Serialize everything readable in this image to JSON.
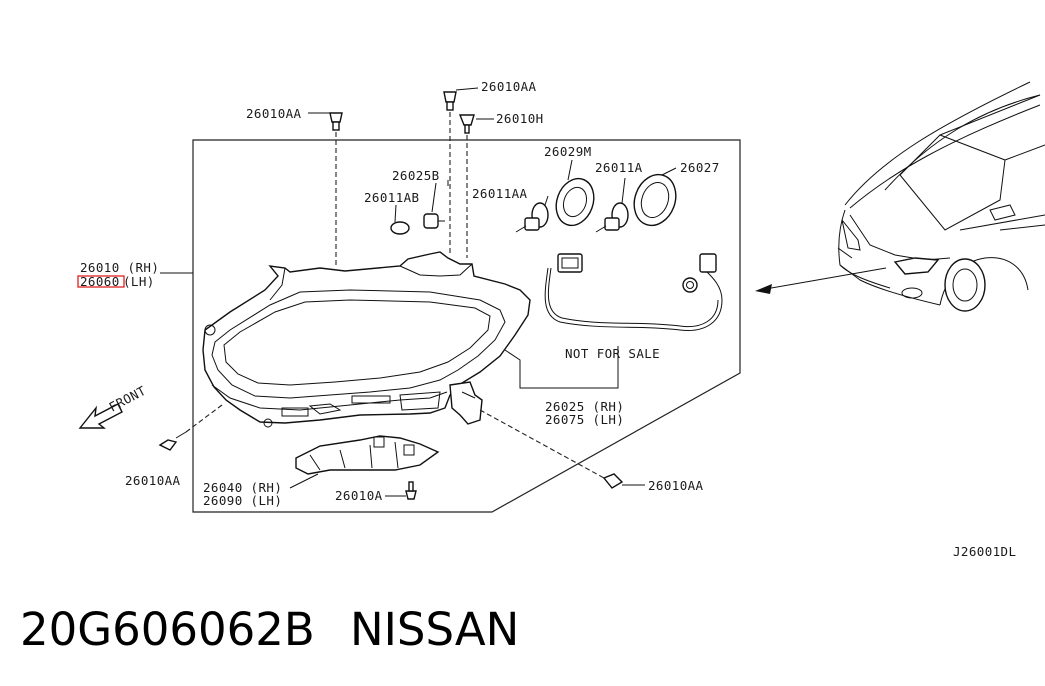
{
  "labels": {
    "bolt_top_left": "26010AA",
    "bolt_top_mid": "26010AA",
    "clip_top": "26010H",
    "bulb_socket": "26025B",
    "bulb_small": "26011AB",
    "bulb_main": "26011AA",
    "seal_29m": "26029M",
    "bulb_11a": "26011A",
    "cap_27": "26027",
    "headlamp_rh": "26010 (RH)",
    "headlamp_lh_code": "26060",
    "headlamp_lh_side": "(LH)",
    "not_for_sale": "NOT FOR SALE",
    "harness_rh": "26025 (RH)",
    "harness_lh": "26075 (LH)",
    "front": "FRONT",
    "bolt_bottom_left": "26010AA",
    "bracket_rh": "26040 (RH)",
    "bracket_lh": "26090 (LH)",
    "screw_bottom": "26010A",
    "bolt_bottom_right": "26010AA",
    "diagram_code": "J26001DL"
  },
  "caption": {
    "part_number": "20G606062B",
    "brand": "NISSAN"
  },
  "colors": {
    "highlight": "#e02020",
    "ink": "#111111"
  }
}
